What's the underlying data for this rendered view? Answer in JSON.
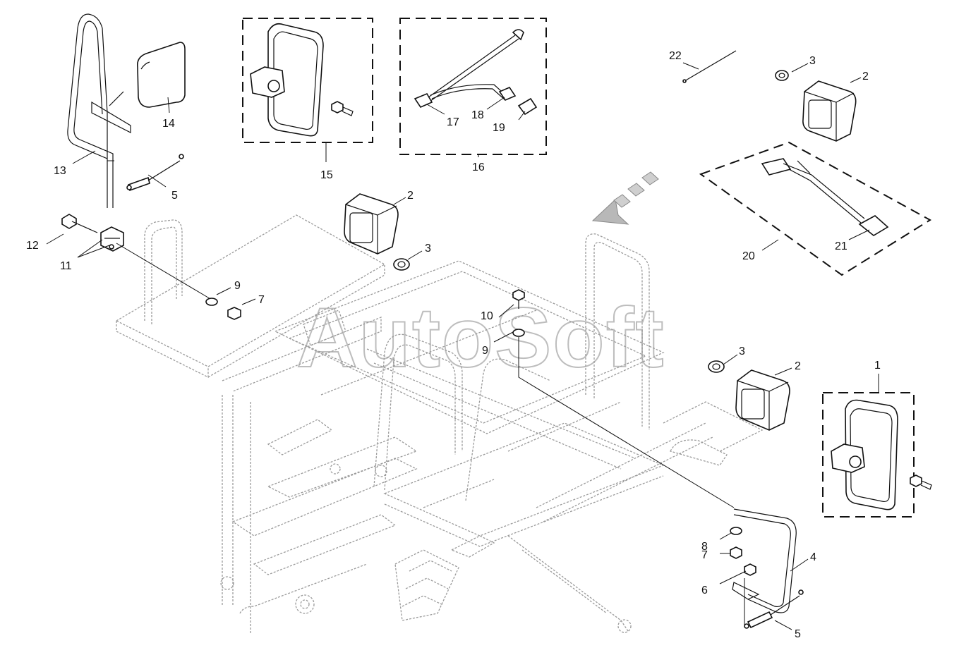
{
  "watermark": "AutoSoft",
  "colors": {
    "line": "#111111",
    "frame": "#9a9a9a",
    "watermark": "#bdbdbd",
    "arrow": "#b0b0b0"
  },
  "callouts": {
    "c1": "1",
    "c2a": "2",
    "c2b": "2",
    "c2c": "2",
    "c3a": "3",
    "c3b": "3",
    "c3c": "3",
    "c4": "4",
    "c5a": "5",
    "c5b": "5",
    "c6": "6",
    "c7a": "7",
    "c7b": "7",
    "c8": "8",
    "c9a": "9",
    "c9b": "9",
    "c10": "10",
    "c11": "11",
    "c12": "12",
    "c13": "13",
    "c14": "14",
    "c15": "15",
    "c16": "16",
    "c17": "17",
    "c18": "18",
    "c19": "19",
    "c20": "20",
    "c21": "21",
    "c22": "22"
  }
}
